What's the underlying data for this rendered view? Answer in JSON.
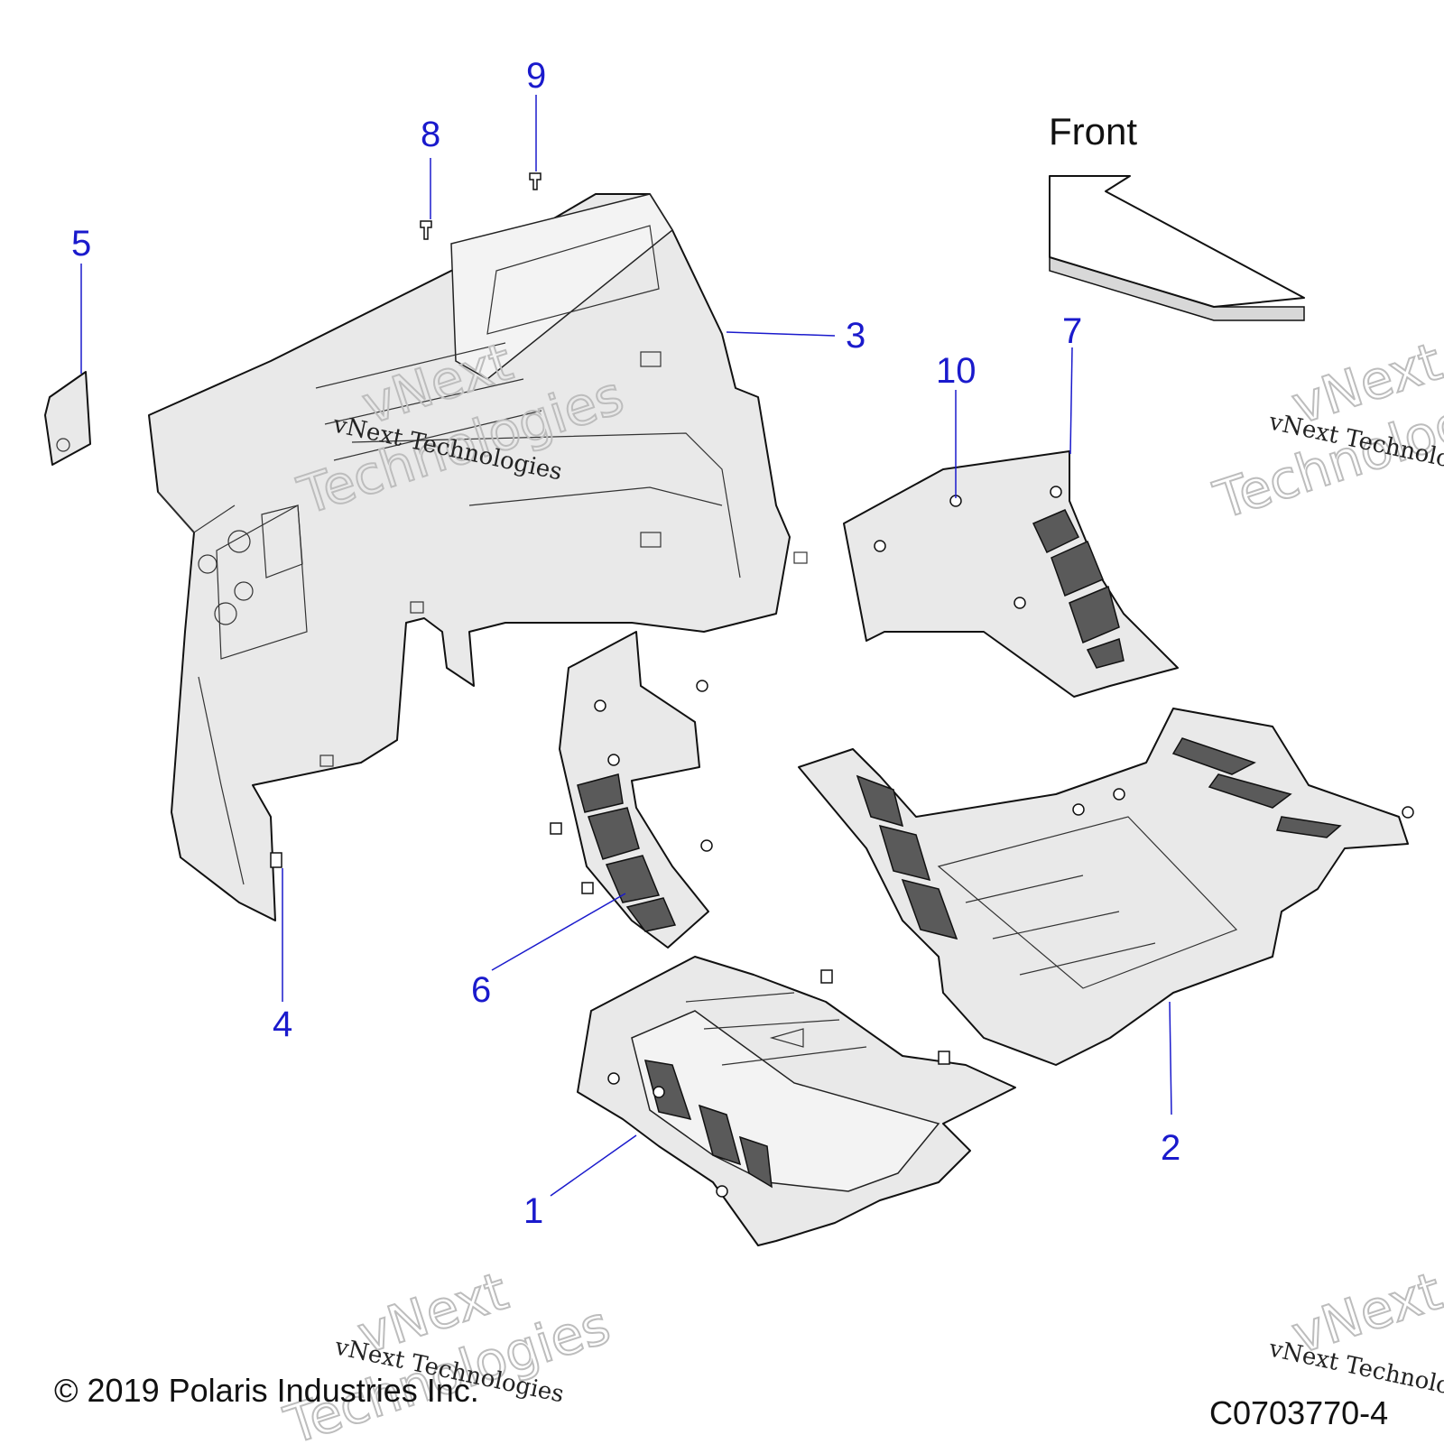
{
  "callouts": {
    "c1": "1",
    "c2": "2",
    "c3": "3",
    "c4": "4",
    "c5": "5",
    "c6": "6",
    "c7": "7",
    "c8": "8",
    "c9": "9",
    "c10": "10"
  },
  "direction_label": "Front",
  "copyright": "© 2019 Polaris Industries Inc.",
  "drawing_number": "C0703770-4",
  "watermark": {
    "line": "vNext Technologies",
    "word1": "vNext",
    "word2": "Technologies"
  },
  "colors": {
    "callout": "#1a1acc",
    "panel_fill": "#e9e9e9",
    "pad_fill": "#5a5a5a"
  }
}
